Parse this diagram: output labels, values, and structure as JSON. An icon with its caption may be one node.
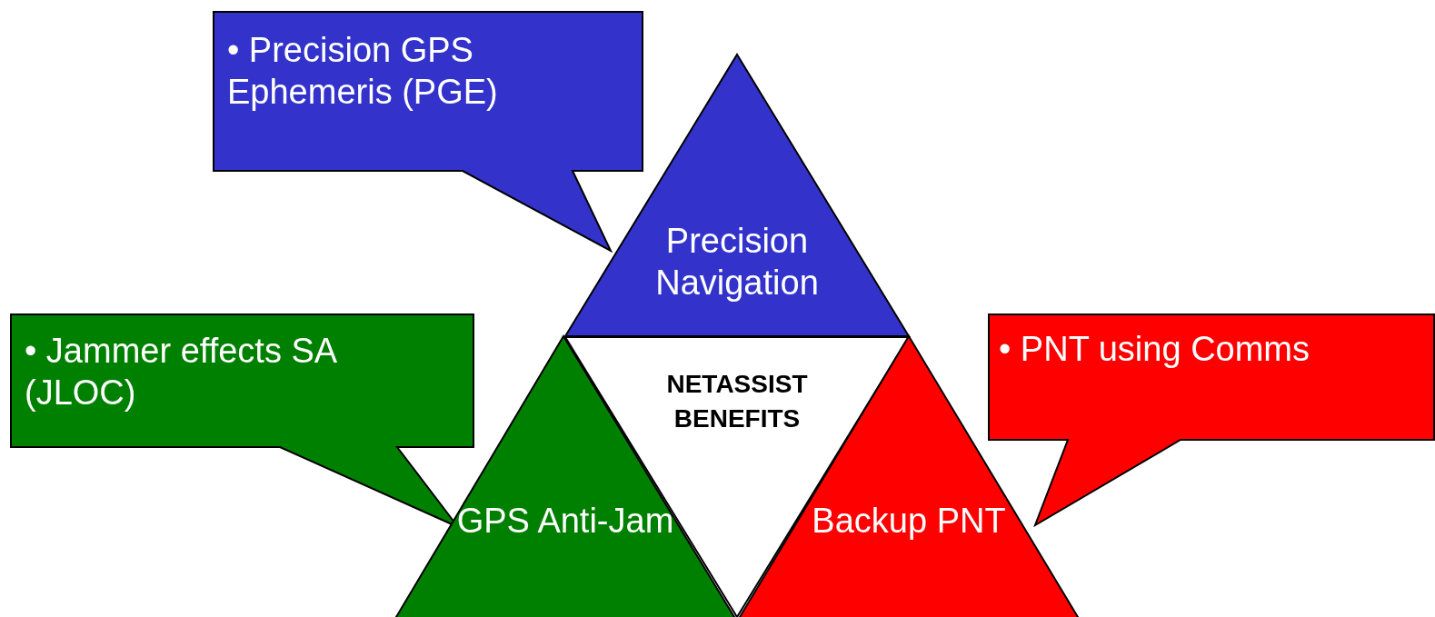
{
  "diagram": {
    "nodes": [
      {
        "text": [
          "• Precision GPS Ephemeris (PGE)"
        ]
      },
      {
        "text": [
          "Precision Navigation"
        ]
      },
      {
        "text": [
          "• Jammer effects SA (JLOC)"
        ]
      },
      {
        "text": [
          "NETASSIST BENEFITS"
        ]
      },
      {
        "text": [
          "• PNT using Comms"
        ]
      },
      {
        "text": [
          "GPS Anti-Jam"
        ]
      },
      {
        "text": [
          "Backup PNT"
        ]
      }
    ]
  }
}
